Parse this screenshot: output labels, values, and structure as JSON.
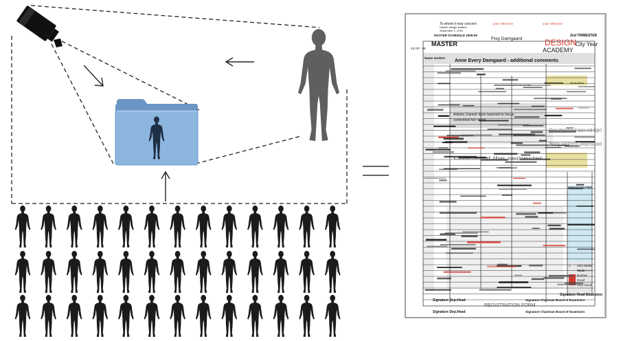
{
  "diagram": {
    "colors": {
      "figure": "#1b1b1b",
      "subject": "#5f5f5f",
      "camera": "#111111",
      "folder_back": "#6b96c3",
      "folder_front": "#8db6df",
      "line": "#222222",
      "paper_border": "#444444",
      "overlay_red": "#d43a2f",
      "overlay_yellow": "#e7e0a0",
      "overlay_blue": "#cfe8f1"
    },
    "icons": {
      "camera": "surveillance-camera-icon",
      "folder": "folder-icon",
      "person": "person-silhouette-icon"
    },
    "crowd": {
      "rows": 3,
      "columns": 13
    },
    "document": {
      "header_left": "To whom it may concern",
      "header_left_sub": "Danish design student",
      "header_date": "September 1, 2010",
      "header_right_red": "your reference",
      "header_far_red": "your reference",
      "schedule_title": "MASTER SCHEDULE 2009-09",
      "subject_name": "Frey Damgaard",
      "trimester": "2nd TRIMESTER",
      "title_master": "MASTER",
      "title_design": "DESIGN",
      "title_year": "City Year",
      "academy_line": "ACADEMY",
      "row_comments": "Anne Every Damgaard - additional comments",
      "row_name": "Name student",
      "note_quote": "Artistic Danish born learned to focus",
      "note_quote_2": "controlled her mind.",
      "label_all_students": "all students",
      "label_grad_prep": "GRADUATION PREP",
      "scale_items": [
        "1",
        "Very Weak",
        "Weak",
        "Normal",
        "Good",
        "Very Good"
      ],
      "sign_head_edu": "Signature Head Education",
      "sign_dep_head": "Signature Dep.Head",
      "sign_chairman": "Signature Chairman Board of Examiners",
      "sign_dep_head_2": "Signature Dep.Head",
      "sign_chairman_2": "Signature Chairman Board of Examiners",
      "registration": "REGISTRATION FORM",
      "code_left": "22/07 09",
      "line_a": "Deep integration of space and object",
      "line_b": "Body sections understood",
      "line_c": "Course of the semester"
    }
  }
}
